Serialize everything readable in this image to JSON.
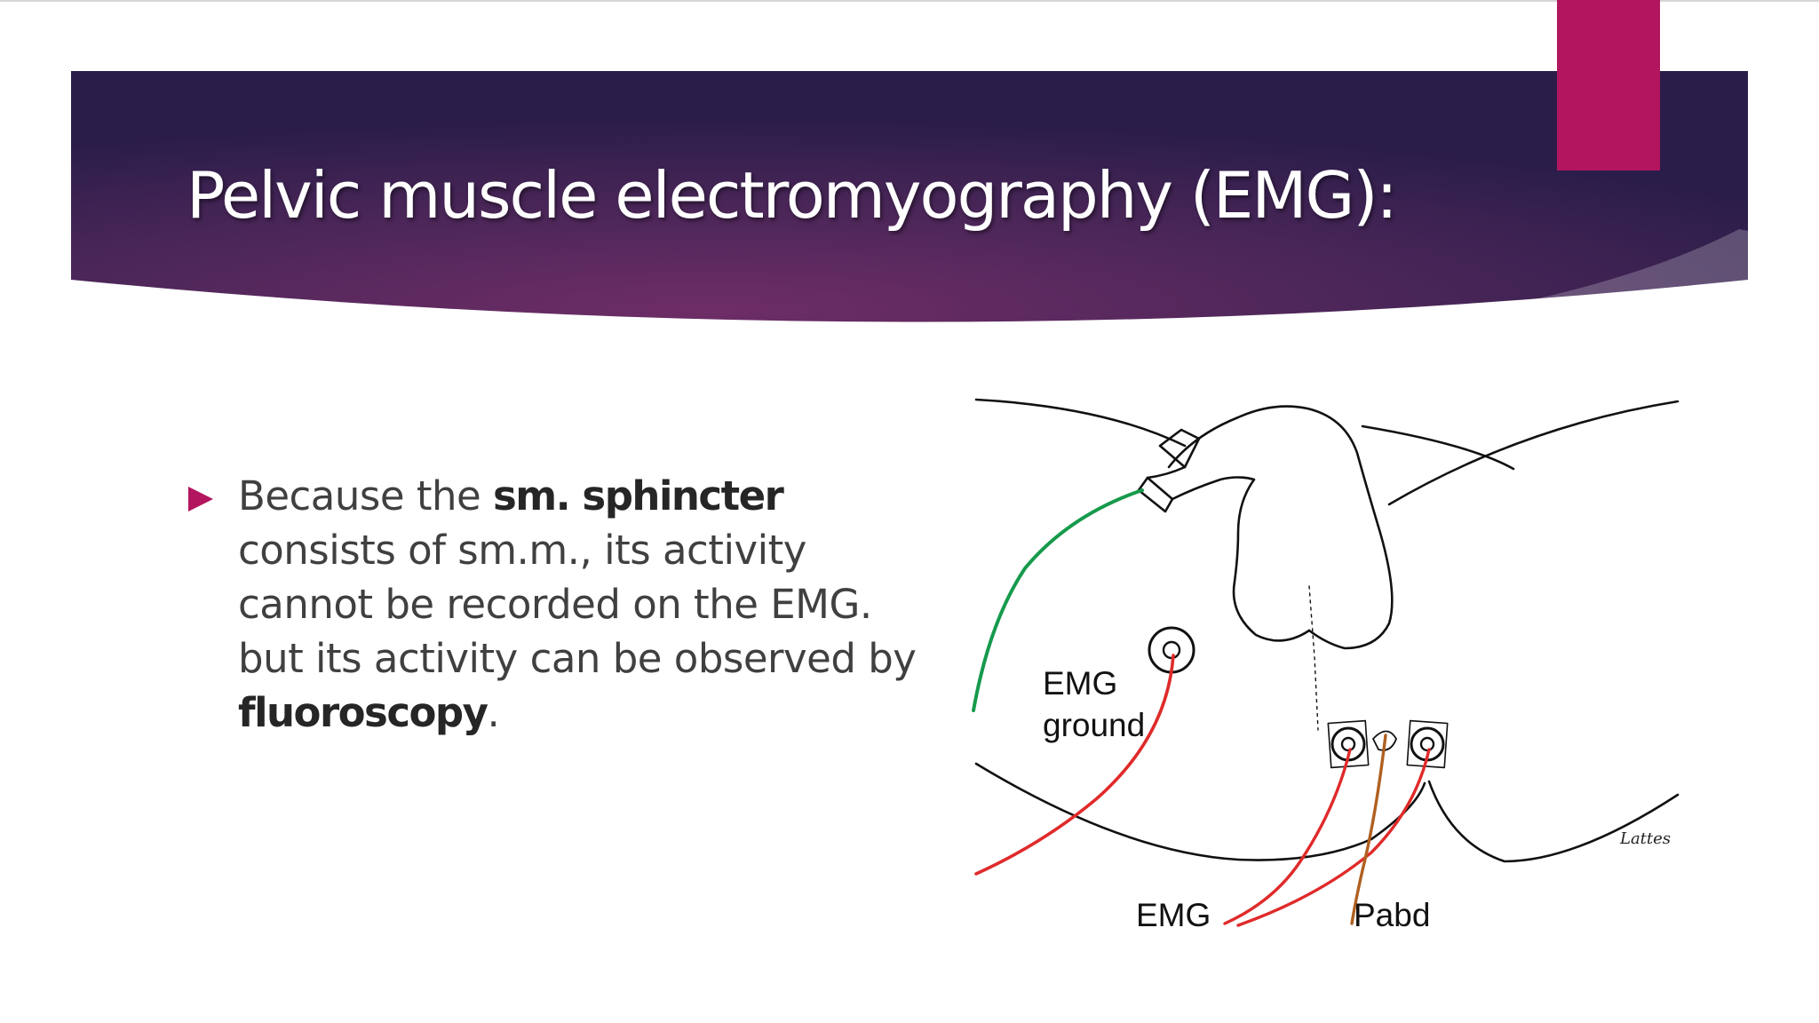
{
  "slide": {
    "title": "Pelvic muscle electromyography (EMG):",
    "bullet": {
      "t1": "Because the ",
      "b1": "sm. sphincter",
      "t2": " consists of sm.m., its activity cannot be recorded on the EMG. but its activity can be observed by ",
      "b2": "fluoroscopy",
      "t3": "."
    }
  },
  "figure": {
    "labels": {
      "emg_ground_1": "EMG",
      "emg_ground_2": "ground",
      "emg": "EMG",
      "pabd": "Pabd"
    },
    "signature": "Lattes"
  },
  "colors": {
    "banner_dark": "#2e1f4d",
    "banner_mid": "#6b2c66",
    "accent": "#b3155f",
    "emg_wire": "#e02a2a",
    "ground_wire": "#169a4c",
    "pabd_wire": "#b06020"
  }
}
